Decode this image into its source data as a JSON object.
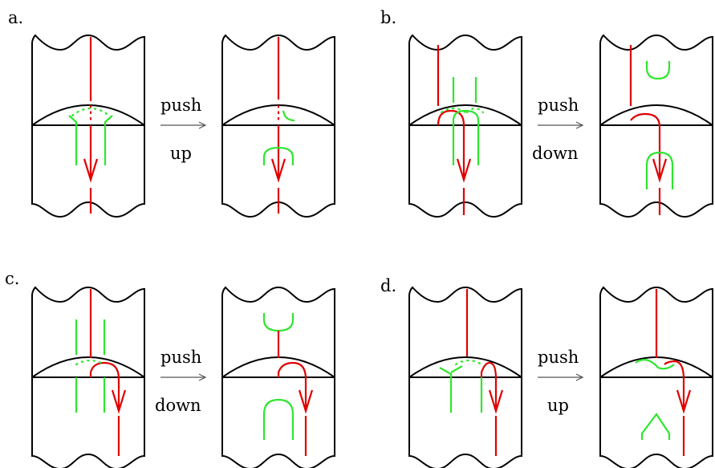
{
  "panels": [
    {
      "label": "a.",
      "op_line1": "push",
      "op_line2": "up"
    },
    {
      "label": "b.",
      "op_line1": "push",
      "op_line2": "down"
    },
    {
      "label": "c.",
      "op_line1": "push",
      "op_line2": "down"
    },
    {
      "label": "d.",
      "op_line1": "push",
      "op_line2": "up"
    }
  ],
  "colors": {
    "strand_red": "#e00000",
    "strand_green": "#2ee62e",
    "outline": "#000000"
  }
}
